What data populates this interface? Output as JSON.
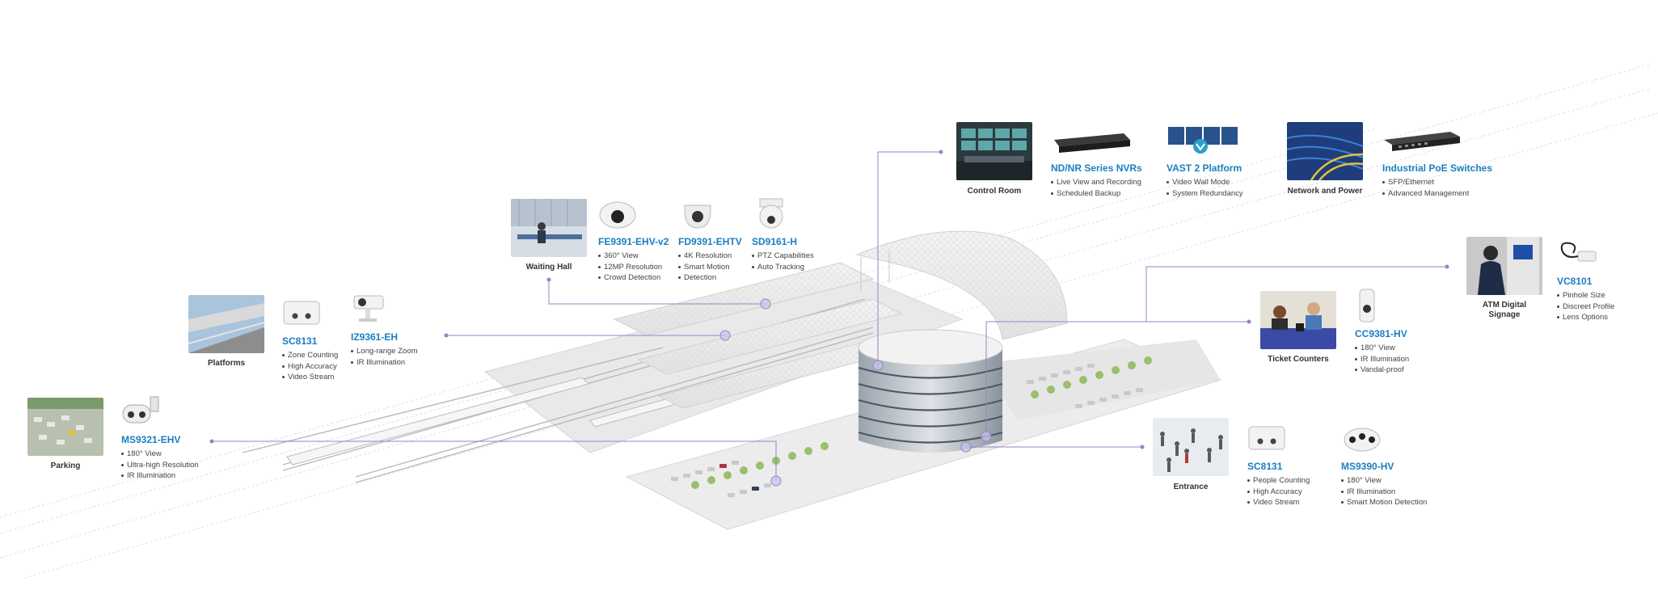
{
  "locations": {
    "parking": "Parking",
    "platforms": "Platforms",
    "waiting_hall": "Waiting Hall",
    "control_room": "Control Room",
    "network_power": "Network and Power",
    "ticket_counters": "Ticket Counters",
    "atm": "ATM Digital Signage",
    "entrance": "Entrance"
  },
  "products": {
    "ms9321": {
      "name": "MS9321-EHV",
      "features": [
        "180° View",
        "Ultra-high Resolution",
        "IR Illumination"
      ]
    },
    "sc8131_a": {
      "name": "SC8131",
      "features": [
        "Zone Counting",
        "High Accuracy",
        "Video Stream"
      ]
    },
    "iz9361": {
      "name": "IZ9361-EH",
      "features": [
        "Long-range Zoom",
        "IR Illumination"
      ]
    },
    "fe9391": {
      "name": "FE9391-EHV-v2",
      "features": [
        "360° View",
        "12MP Resolution",
        "Crowd Detection"
      ]
    },
    "fd9391": {
      "name": "FD9391-EHTV",
      "features": [
        "4K Resolution",
        "Smart Motion",
        "Detection"
      ]
    },
    "sd9161": {
      "name": "SD9161-H",
      "features": [
        "PTZ Capabilities",
        "Auto Tracking"
      ]
    },
    "nvr": {
      "name": "ND/NR Series NVRs",
      "features": [
        "Live View and Recording",
        "Scheduled Backup"
      ]
    },
    "vast": {
      "name": "VAST 2 Platform",
      "features": [
        "Video Wall Mode",
        "System Redundancy"
      ]
    },
    "switch": {
      "name": "Industrial PoE Switches",
      "features": [
        "SFP/Ethernet",
        "Advanced Management"
      ]
    },
    "vc8101": {
      "name": "VC8101",
      "features": [
        "Pinhole Size",
        "Discreet Profile",
        "Lens Options"
      ]
    },
    "cc9381": {
      "name": "CC9381-HV",
      "features": [
        "180° View",
        "IR Illumination",
        "Vandal-proof"
      ]
    },
    "sc8131_b": {
      "name": "SC8131",
      "features": [
        "People Counting",
        "High Accuracy",
        "Video Stream"
      ]
    },
    "ms9390": {
      "name": "MS9390-HV",
      "features": [
        "180° View",
        "IR Illumination",
        "Smart Motion Detection"
      ]
    }
  },
  "colors": {
    "accent": "#1a7ec2",
    "connector": "#8f86c9",
    "text": "#444444"
  }
}
